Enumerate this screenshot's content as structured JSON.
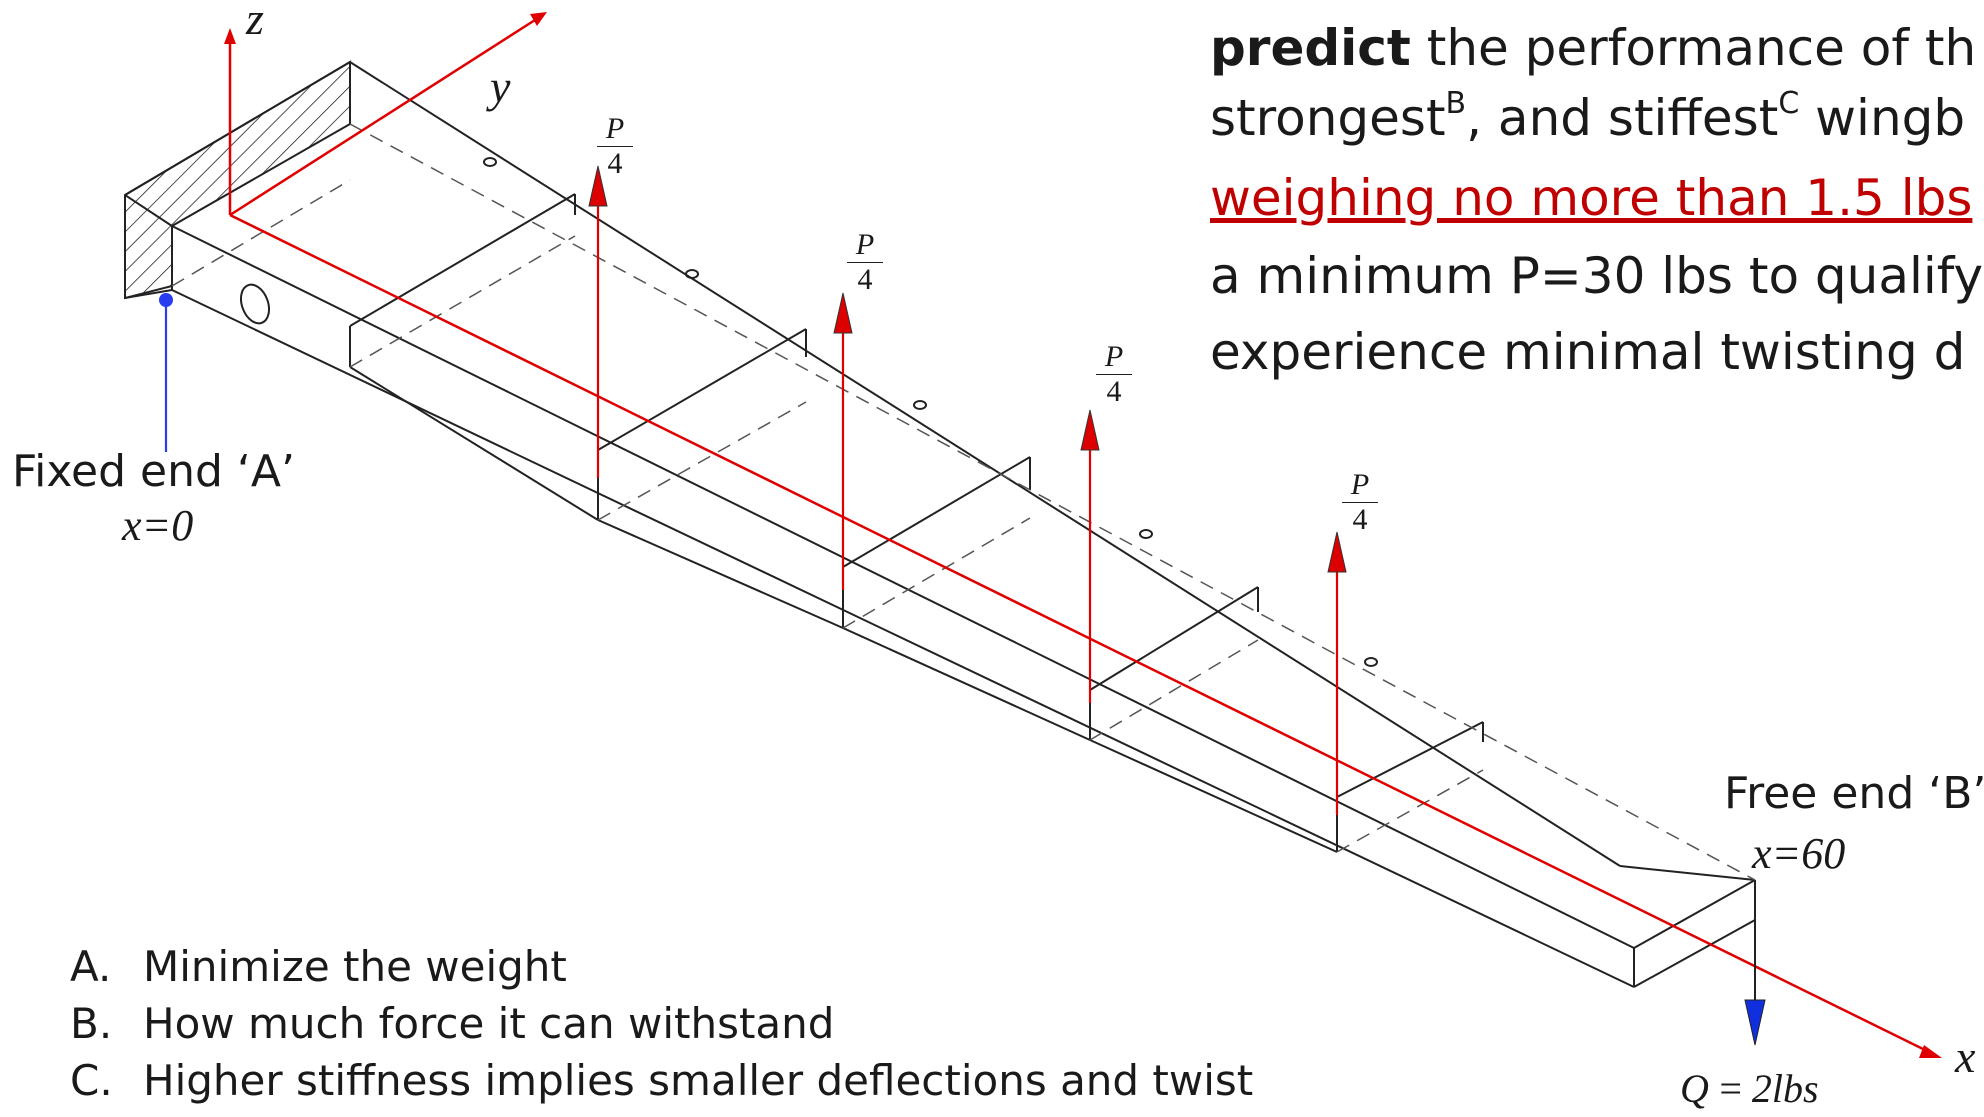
{
  "paragraph": {
    "line1_bold": "predict",
    "line1_rest": " the performance of th",
    "line2_a": "strongest",
    "line2_sup_b": "B",
    "line2_b": ", and stiffest",
    "line2_sup_c": "C",
    "line2_c": " wingb",
    "line3_red": "weighing no more than 1.5 lbs",
    "line4": "a minimum P=30 lbs to qualify",
    "line5": "experience minimal twisting d"
  },
  "labels": {
    "fixed_end": "Fixed end ‘A’",
    "fixed_x": "x=0",
    "free_end": "Free end ‘B’",
    "free_x": "x=60",
    "q_load": "Q = 2lbs"
  },
  "axes": {
    "z": "z",
    "y": "y",
    "x": "x"
  },
  "load_fraction": {
    "numerator": "P",
    "denominator": "4"
  },
  "notes": [
    {
      "mark": "A.",
      "text": "Minimize the weight"
    },
    {
      "mark": "B.",
      "text": "How much force it can withstand"
    },
    {
      "mark": "C.",
      "text": "Higher stiffness implies smaller deflections and twist"
    }
  ],
  "colors": {
    "axis_red": "#e00000",
    "load_red": "#dd0000",
    "fixed_marker_blue": "#2a3cf0",
    "q_arrow_blue": "#1030e0",
    "structure": "#222222"
  }
}
